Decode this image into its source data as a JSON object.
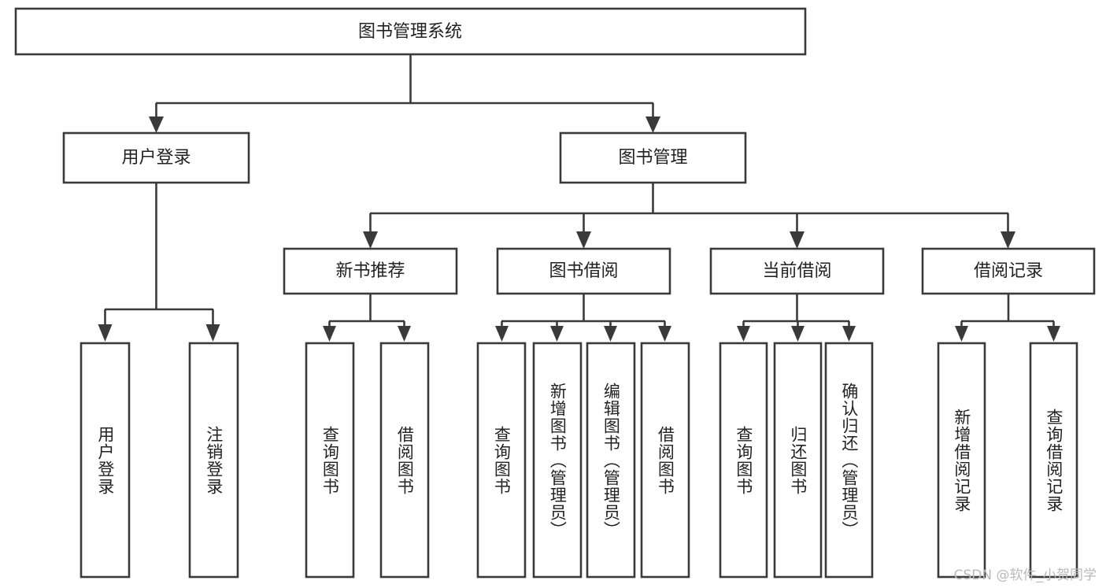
{
  "diagram": {
    "type": "tree-hierarchy",
    "title": "图书管理系统",
    "orientation": "top-down",
    "colors": {
      "box_stroke": "#3a3a3a",
      "box_fill": "#ffffff",
      "connector": "#3a3a3a",
      "text": "#222222",
      "watermark": "#b9b9b9",
      "background": "#ffffff"
    },
    "root": {
      "label": "图书管理系统"
    },
    "level2": [
      {
        "label": "用户登录"
      },
      {
        "label": "图书管理"
      }
    ],
    "level3": [
      {
        "label": "新书推荐"
      },
      {
        "label": "图书借阅"
      },
      {
        "label": "当前借阅"
      },
      {
        "label": "借阅记录"
      }
    ],
    "leaves": {
      "user_login": [
        {
          "label": "用户登录"
        },
        {
          "label": "注销登录"
        }
      ],
      "new_book": [
        {
          "label": "查询图书"
        },
        {
          "label": "借阅图书"
        }
      ],
      "book_borrow": [
        {
          "label": "查询图书"
        },
        {
          "label": "新增图书（管理员）"
        },
        {
          "label": "编辑图书（管理员）"
        },
        {
          "label": "借阅图书"
        }
      ],
      "current_borrow": [
        {
          "label": "查询图书"
        },
        {
          "label": "归还图书"
        },
        {
          "label": "确认归还（管理员）"
        }
      ],
      "borrow_record": [
        {
          "label": "新增借阅记录"
        },
        {
          "label": "查询借阅记录"
        }
      ]
    }
  },
  "watermark": {
    "text": "CSDN @软件_小贺同学"
  }
}
